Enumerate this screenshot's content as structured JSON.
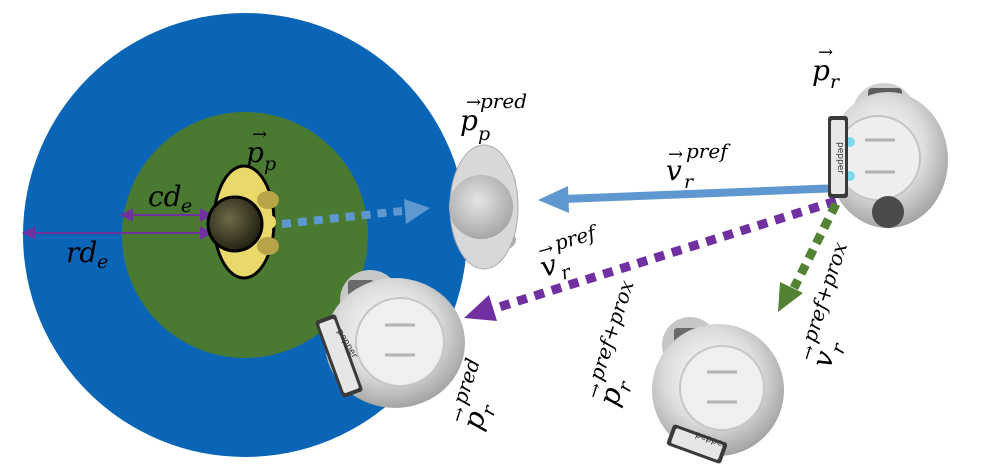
{
  "labels": {
    "pp": {
      "base": "p",
      "sub": "p",
      "sup": ""
    },
    "pp_pred": {
      "base": "p",
      "sub": "p",
      "sup": "pred"
    },
    "pr": {
      "base": "p",
      "sub": "r",
      "sup": ""
    },
    "vr_pref_top": {
      "base": "v",
      "sub": "r",
      "sup": "pref"
    },
    "vr_pref_mid": {
      "base": "v",
      "sub": "r",
      "sup": "pref"
    },
    "pr_pred": {
      "base": "p",
      "sub": "r",
      "sup": "pred"
    },
    "pr_pref_prox": {
      "base": "p",
      "sub": "r",
      "sup": "pref+prox"
    },
    "vr_pref_prox": {
      "base": "v",
      "sub": "r",
      "sup": "pref+prox"
    },
    "cd": {
      "base": "cd",
      "sub": "e",
      "sup": ""
    },
    "rd": {
      "base": "rd",
      "sub": "e",
      "sup": ""
    }
  },
  "robot_text": "pepper",
  "colors": {
    "outer_zone": "#0b65b7",
    "inner_zone": "#4a7a32",
    "arrow_blue": "#5f98d0",
    "arrow_purple": "#7030a0",
    "arrow_green": "#548235"
  }
}
